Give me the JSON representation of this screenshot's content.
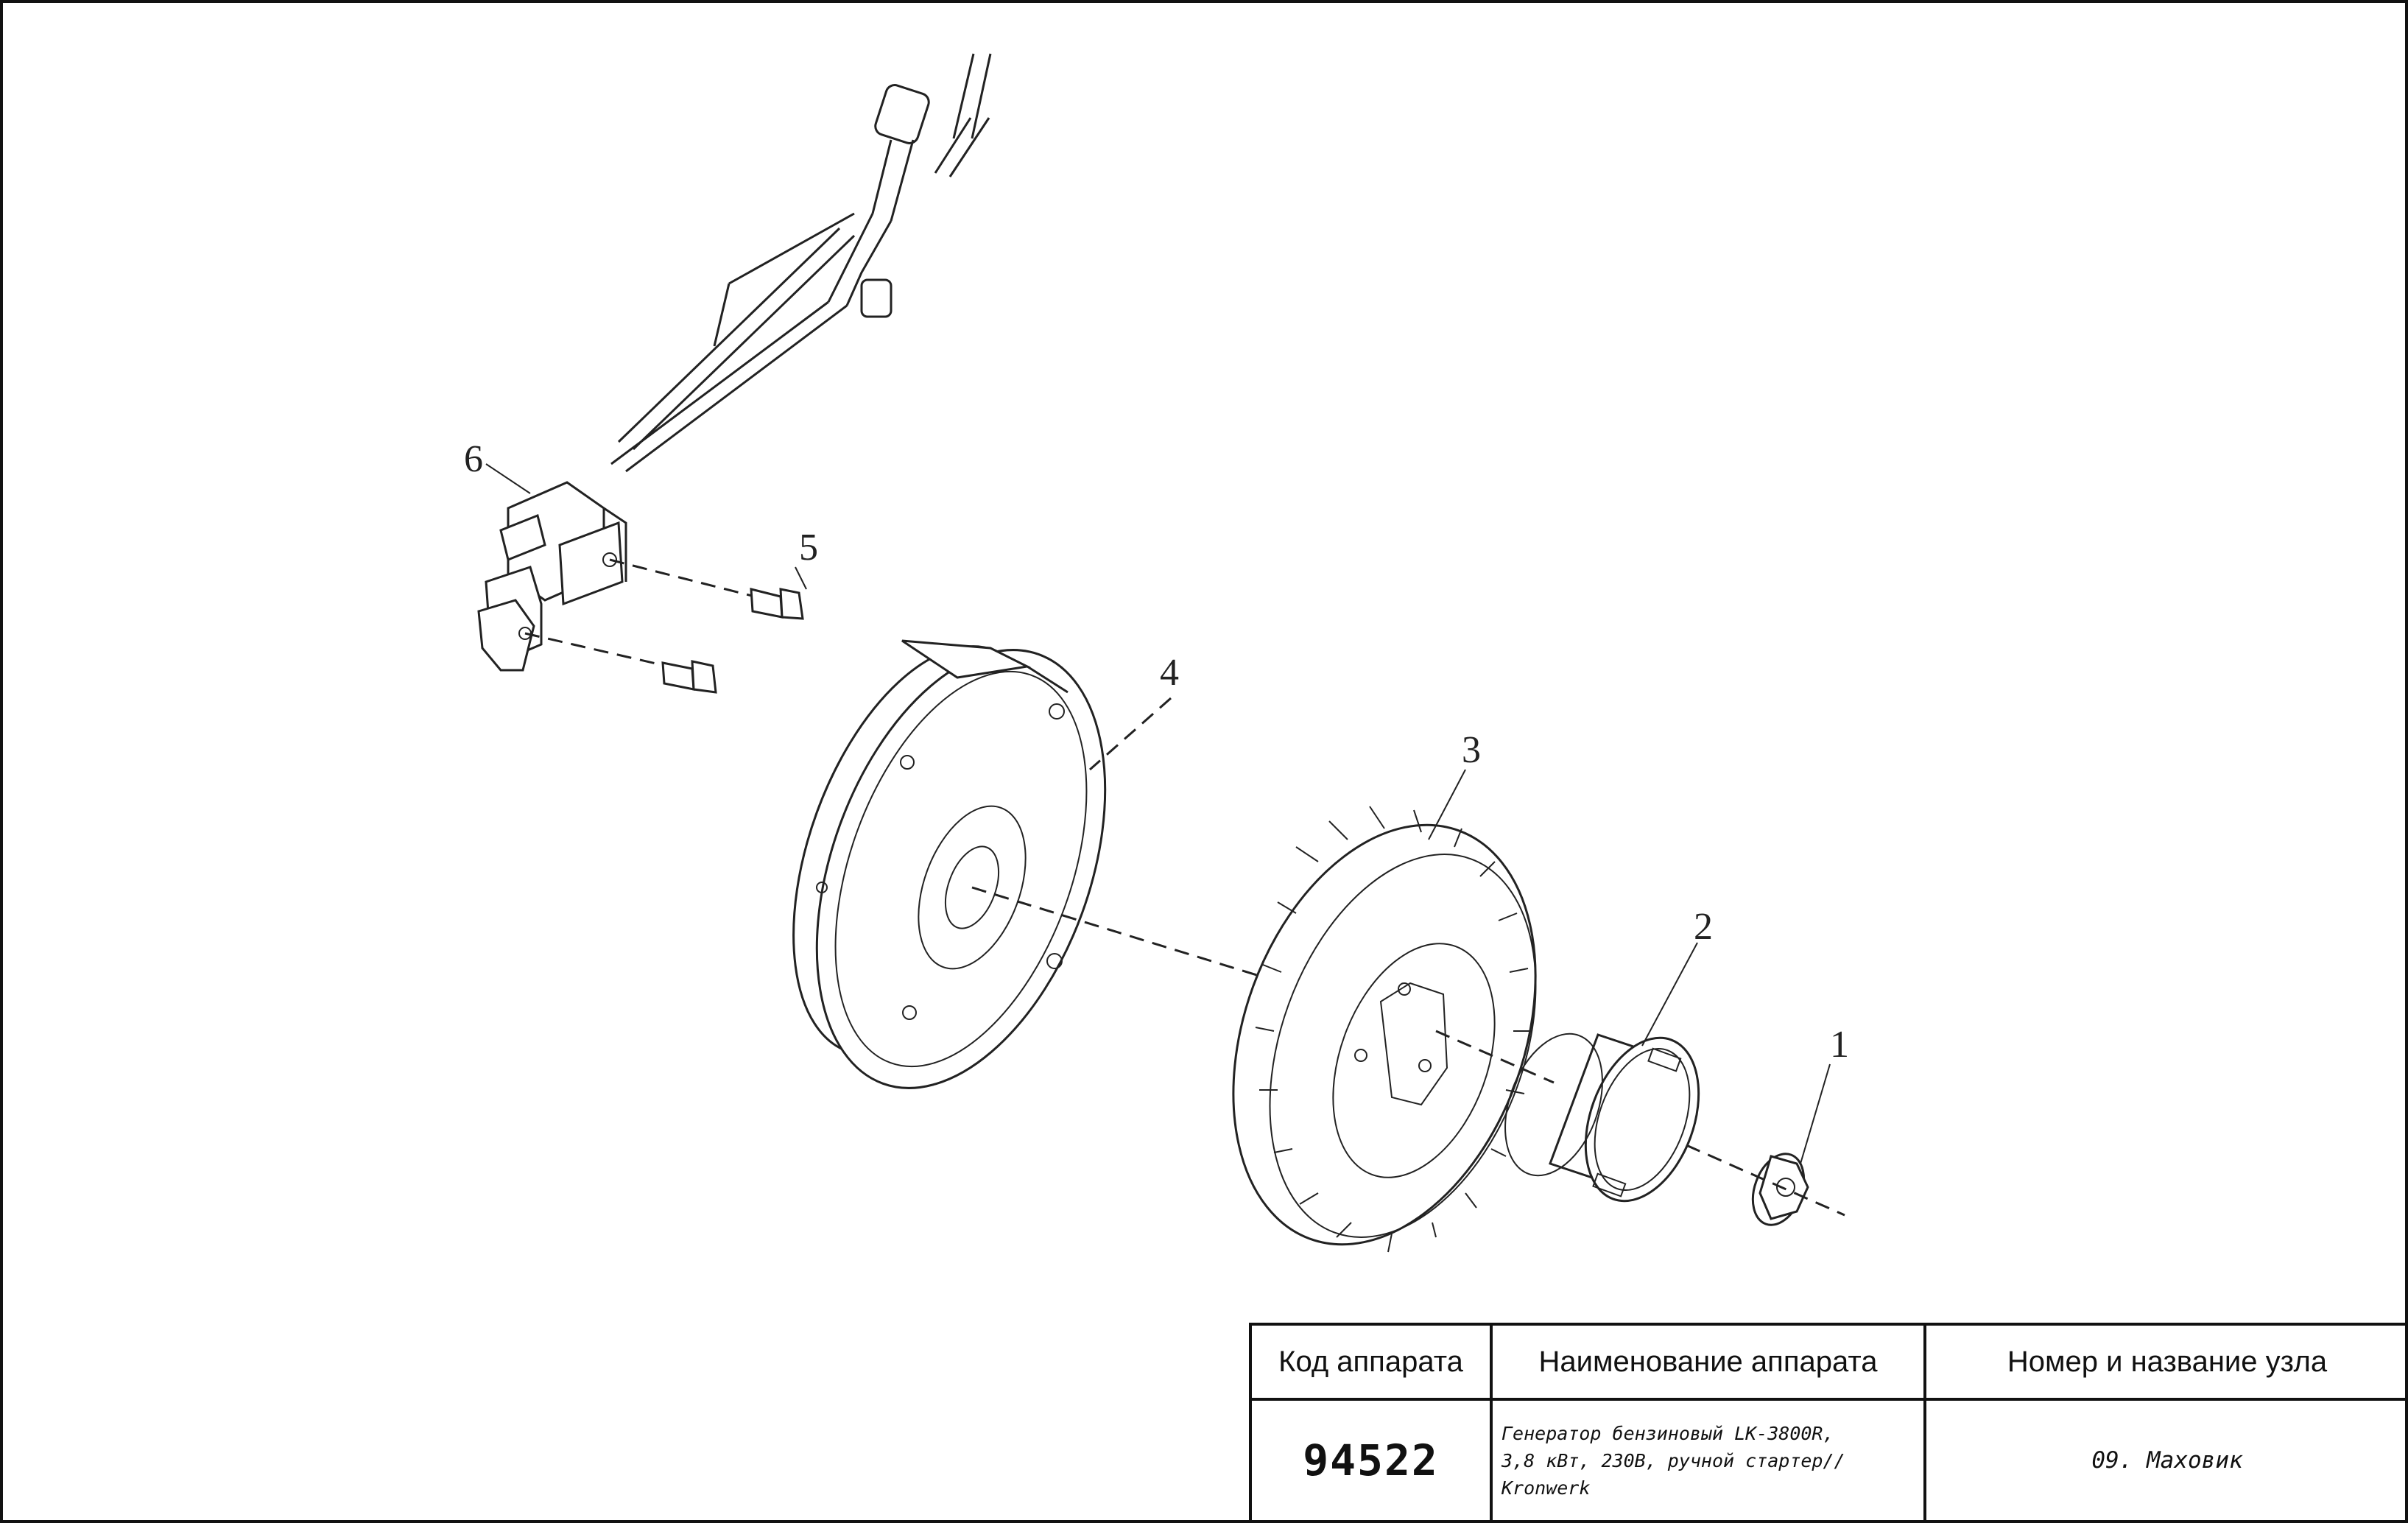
{
  "drawing": {
    "callouts": {
      "c1": "1",
      "c2": "2",
      "c3": "3",
      "c4": "4",
      "c5": "5",
      "c6": "6"
    }
  },
  "title_block": {
    "headers": {
      "code": "Код аппарата",
      "name": "Наименование аппарата",
      "unit": "Номер и название узла"
    },
    "code": "94522",
    "name_lines": [
      "Генератор бензиновый LK-3800R,",
      "3,8 кВт, 230В, ручной стартер//",
      "Kronwerk"
    ],
    "unit": "09. Маховик"
  }
}
